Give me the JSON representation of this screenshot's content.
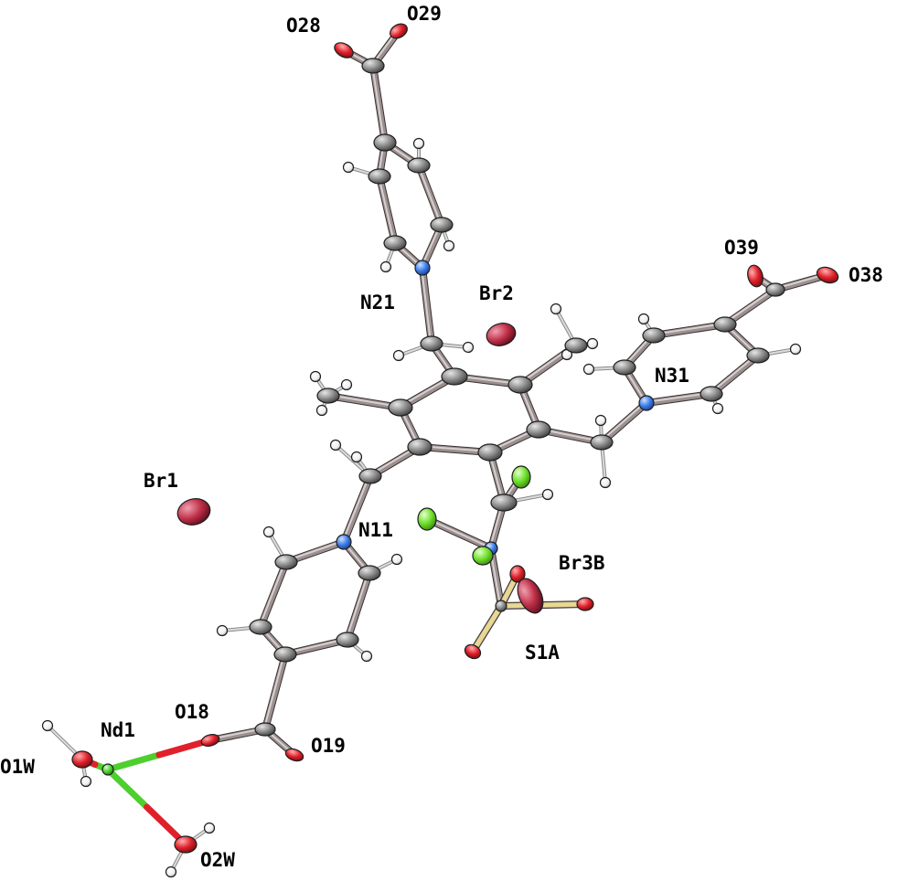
{
  "colors": {
    "carbon": "#8a8a8a",
    "carbon_dark": "#4a4a4a",
    "bond": "#9a9090",
    "bond_hi": "#d8d0d0",
    "nitrogen": "#3a7ee8",
    "oxygen": "#e0202a",
    "bromine": "#c03048",
    "chlorine": "#6ee02a",
    "sulfur": "#e8d890",
    "hydrogen": "#f4f4f4",
    "neodymium": "#4ecf2e"
  },
  "labels": {
    "O28": "O28",
    "O29": "O29",
    "O39": "O39",
    "O38": "O38",
    "N21": "N21",
    "Br2": "Br2",
    "N31": "N31",
    "Br1": "Br1",
    "N11": "N11",
    "Br3B": "Br3B",
    "S1A": "S1A",
    "O18": "O18",
    "Nd1": "Nd1",
    "O19": "O19",
    "O1W": "O1W",
    "O2W": "O2W"
  }
}
